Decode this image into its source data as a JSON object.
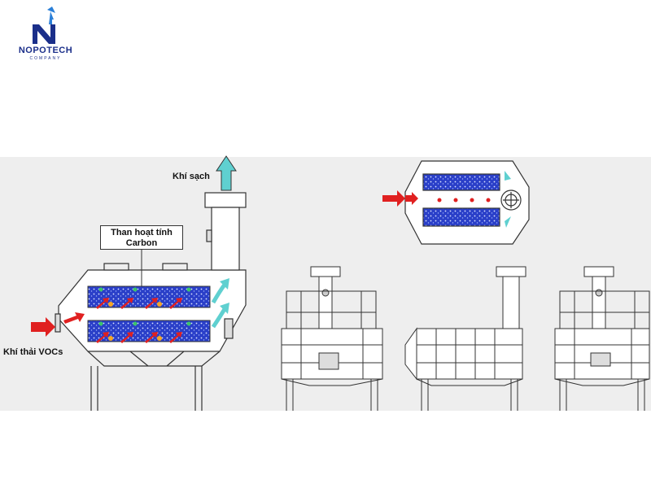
{
  "logo": {
    "name": "NOPOTECH",
    "sub": "COMPANY",
    "brand_color": "#1b2f8a",
    "accent_color": "#2a7fd8"
  },
  "diagram": {
    "label_clean_air": "Khí sạch",
    "label_carbon_line1": "Than hoạt tính",
    "label_carbon_line2": "Carbon",
    "label_inlet": "Khí thải VOCs",
    "colors": {
      "inflow": "#e02020",
      "outflow": "#5fd0d0",
      "carbon": "#2a3fc8",
      "panel": "#eeeeee"
    }
  }
}
